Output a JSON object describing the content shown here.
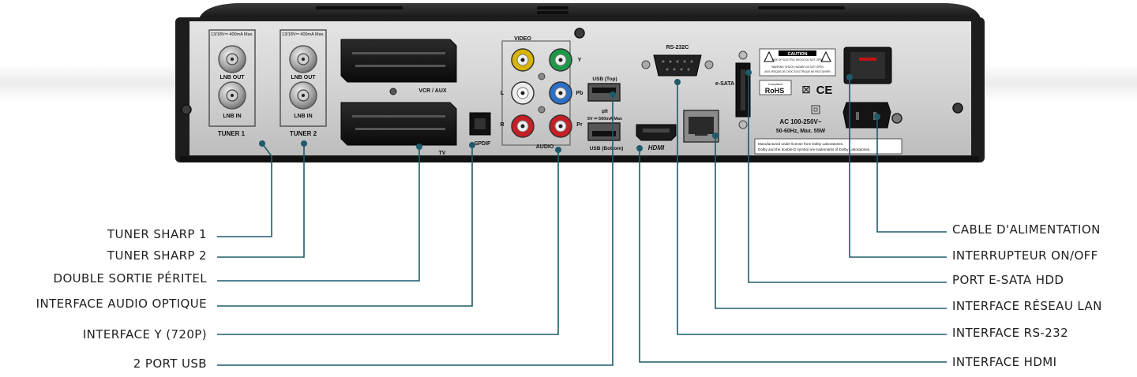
{
  "device": {
    "tuner1": {
      "spec": "13/18V⎓ 400mA Max.",
      "lnb_out": "LNB OUT",
      "lnb_in": "LNB IN",
      "name": "TUNER 1"
    },
    "tuner2": {
      "spec": "13/18V⎓ 400mA Max.",
      "lnb_out": "LNB OUT",
      "lnb_in": "LNB IN",
      "name": "TUNER 2"
    },
    "scart_top": "VCR / AUX",
    "scart_bottom": "TV",
    "spdif": "SPDIF",
    "video": "VIDEO",
    "audio": "AUDIO",
    "y": "Y",
    "pb": "Pb",
    "pr": "Pr",
    "l": "L",
    "r": "R",
    "usb_top": "USB (Top)",
    "usb_power": "5V ⎓ 500mA Max",
    "usb_bottom": "USB (Bottom)",
    "hdmi": "HDMI",
    "rs232": "RS-232C",
    "esata": "e-SATA",
    "caution": "CAUTION",
    "caution_sub": "RISK OF ELECTRIC SHOCK DO NOT OPEN",
    "warning_line1": "WARNING: SHOCK HAZARD DO NOT OPEN",
    "warning_line2": "AVIS: RISQUE DE CHOC ELECTRIQUE NE PAS OUVRIR",
    "rohs_small": "Compliant",
    "rohs": "RoHS",
    "ce": "CE",
    "ac_line1": "AC 100-250V~",
    "ac_line2": "50-60Hz, Max. 55W",
    "dolby_line1": "Manufactured under license from Dolby Laboratories.",
    "dolby_line2": "Dolby and the double-D symbol are trademarks of Dolby Laboratories."
  },
  "callouts_left": [
    "TUNER SHARP 1",
    "TUNER SHARP 2",
    "DOUBLE SORTIE PÉRITEL",
    "INTERFACE AUDIO OPTIQUE",
    "INTERFACE Y (720P)",
    "2 PORT USB"
  ],
  "callouts_right": [
    "CABLE D'ALIMENTATION",
    "INTERRUPTEUR ON/OFF",
    "PORT E-SATA HDD",
    "INTERFACE RÉSEAU LAN",
    "INTERFACE RS-232",
    "INTERFACE HDMI"
  ],
  "colors": {
    "leader_line": "#1f5a6a",
    "panel": "#d6d6d6",
    "chassis": "#2a2a2a",
    "label_text": "#1f1f1f"
  }
}
